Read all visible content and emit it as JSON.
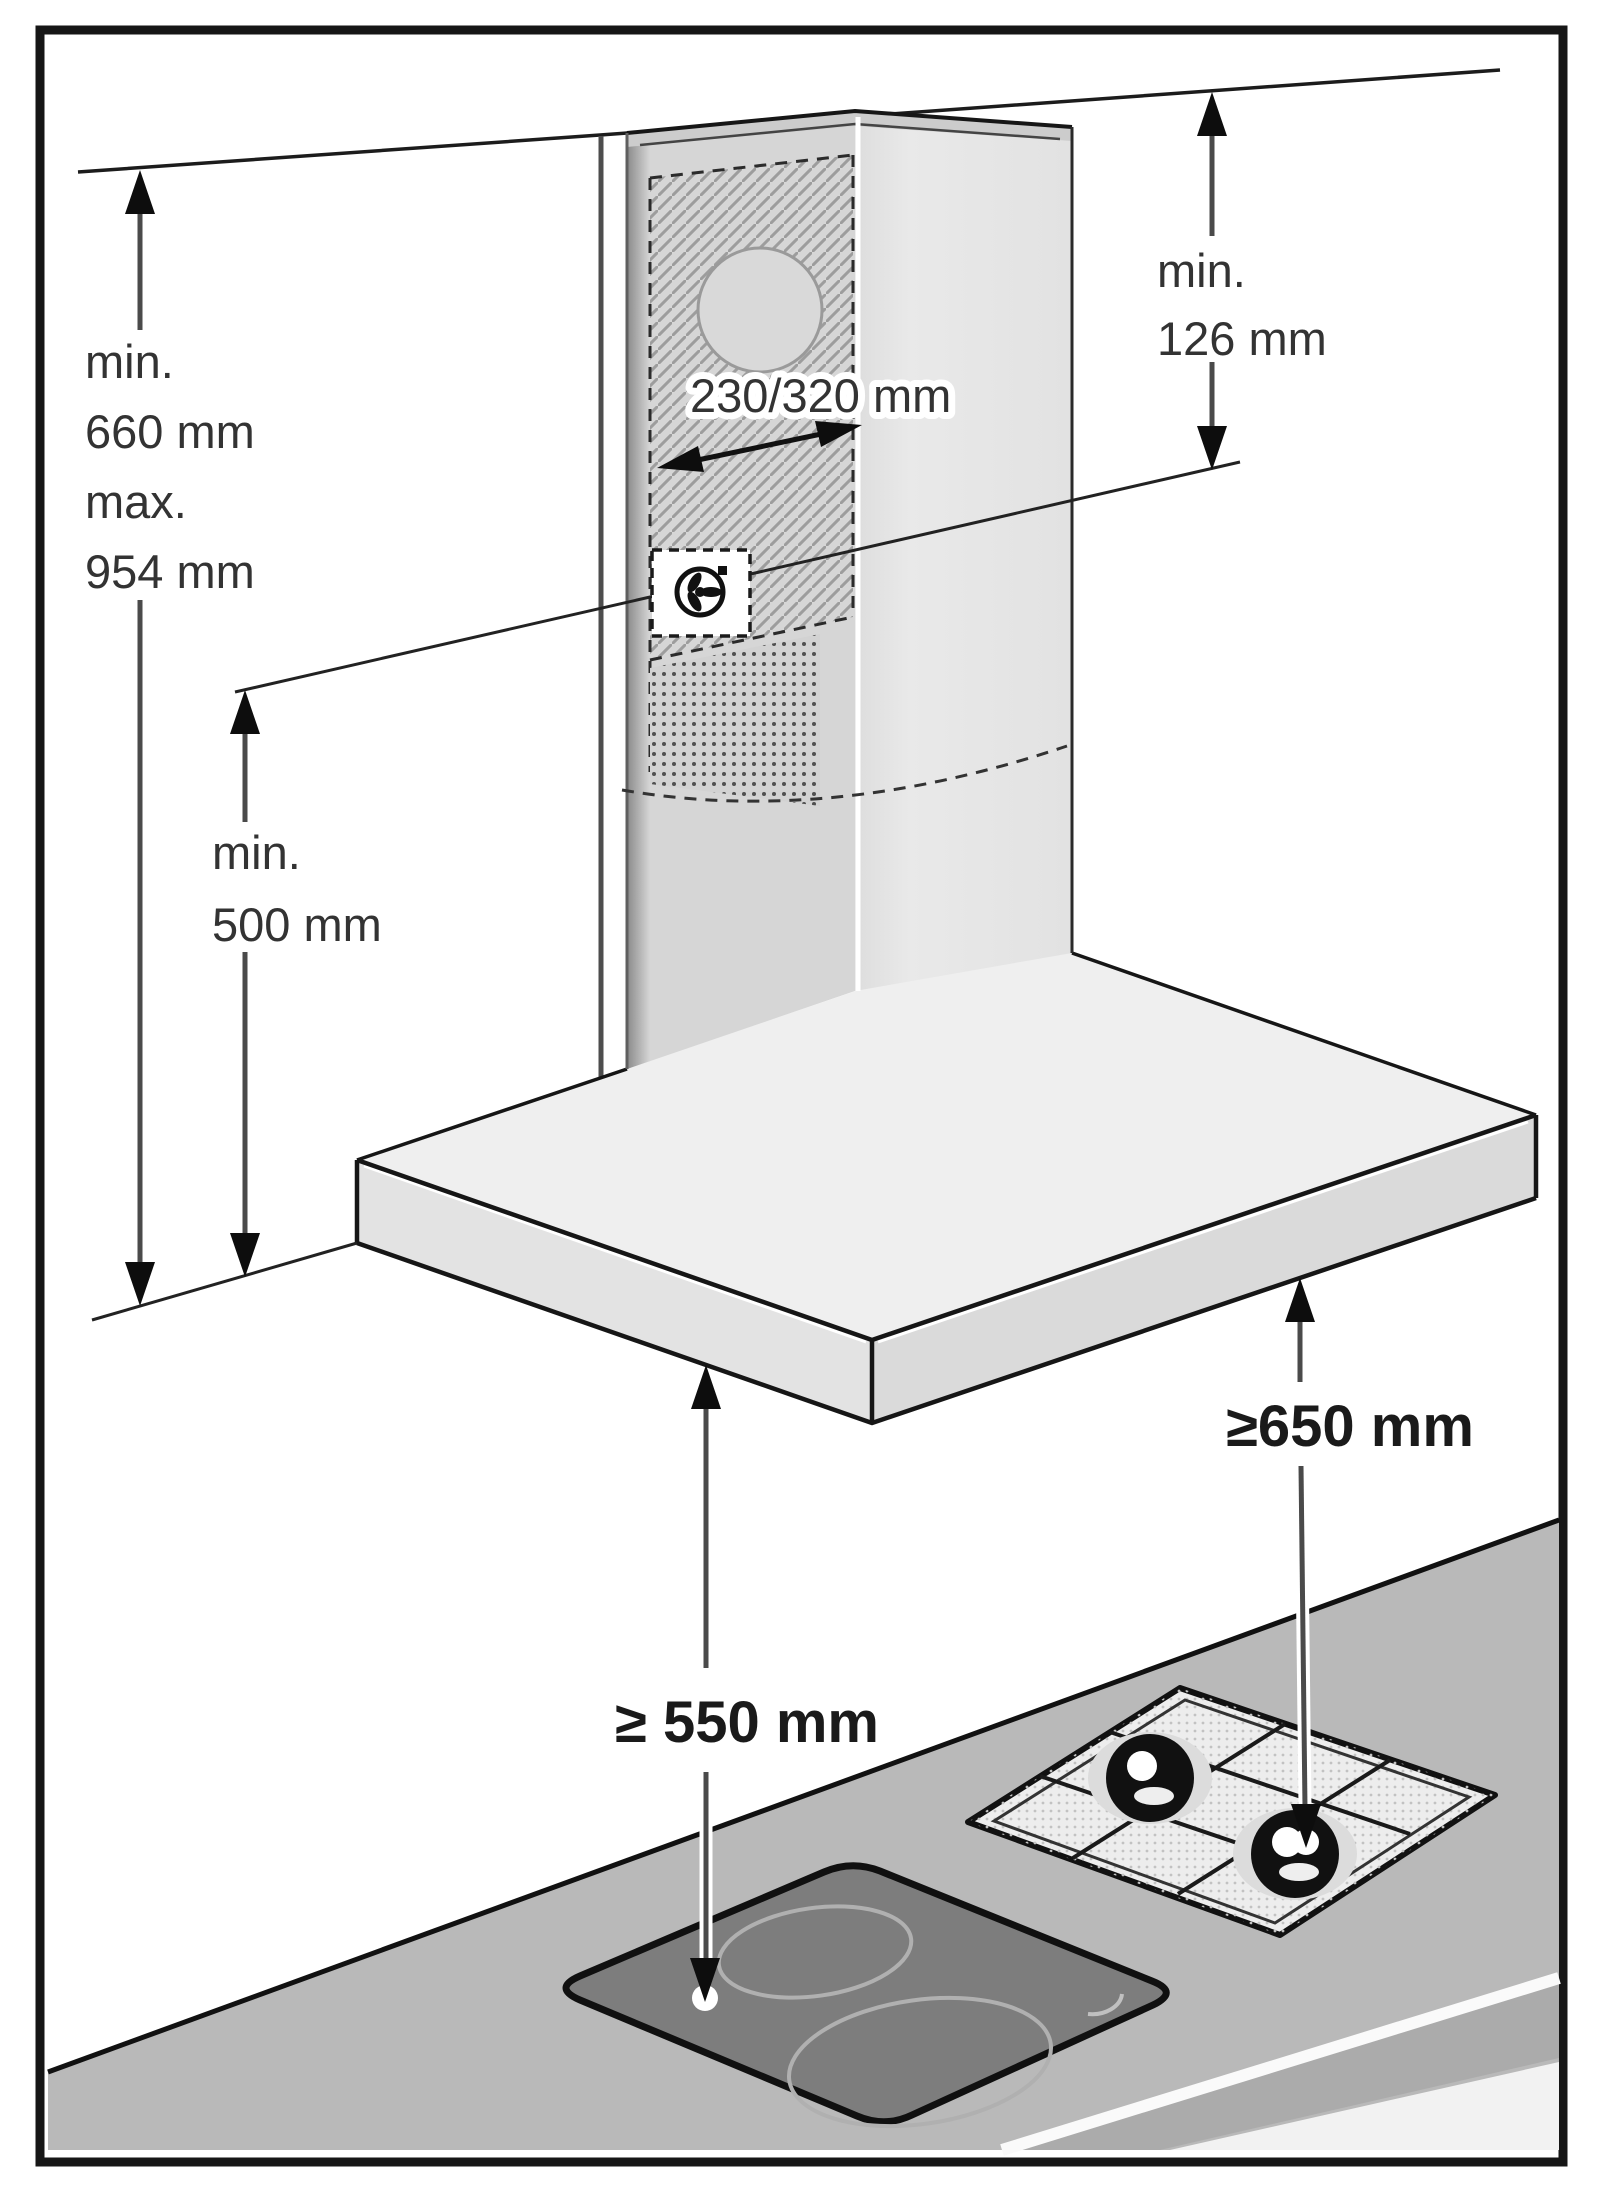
{
  "diagram": {
    "title": "cooker-hood-installation-clearances",
    "type": "technical-installation-diagram",
    "labels": {
      "ceiling_clearance": [
        "min.",
        "660 mm",
        "max.",
        "954 mm"
      ],
      "duct_top_clearance": [
        "min.",
        "126 mm"
      ],
      "duct_hole_width": [
        "230/320 mm"
      ],
      "chimney_overlap_clearance": [
        "min.",
        "500 mm"
      ],
      "electric_hob_clearance": [
        "≥ 550 mm"
      ],
      "gas_hob_clearance": [
        "≥650 mm"
      ]
    },
    "icons": {
      "fan_symbol": "extractor-fan-impeller"
    },
    "colors": {
      "frame": "#161616",
      "lines": "#222222",
      "text": "#333333",
      "chimney_left_face": "#d6d6d6",
      "chimney_right_face": "#e4e4e4",
      "hood_top": "#efefef",
      "hood_left": "#e3e3e3",
      "hood_right": "#dadada",
      "countertop": "#b9b9b9",
      "ceramic_hob": "#7d7d7d",
      "gas_tray": "#ededed"
    }
  }
}
